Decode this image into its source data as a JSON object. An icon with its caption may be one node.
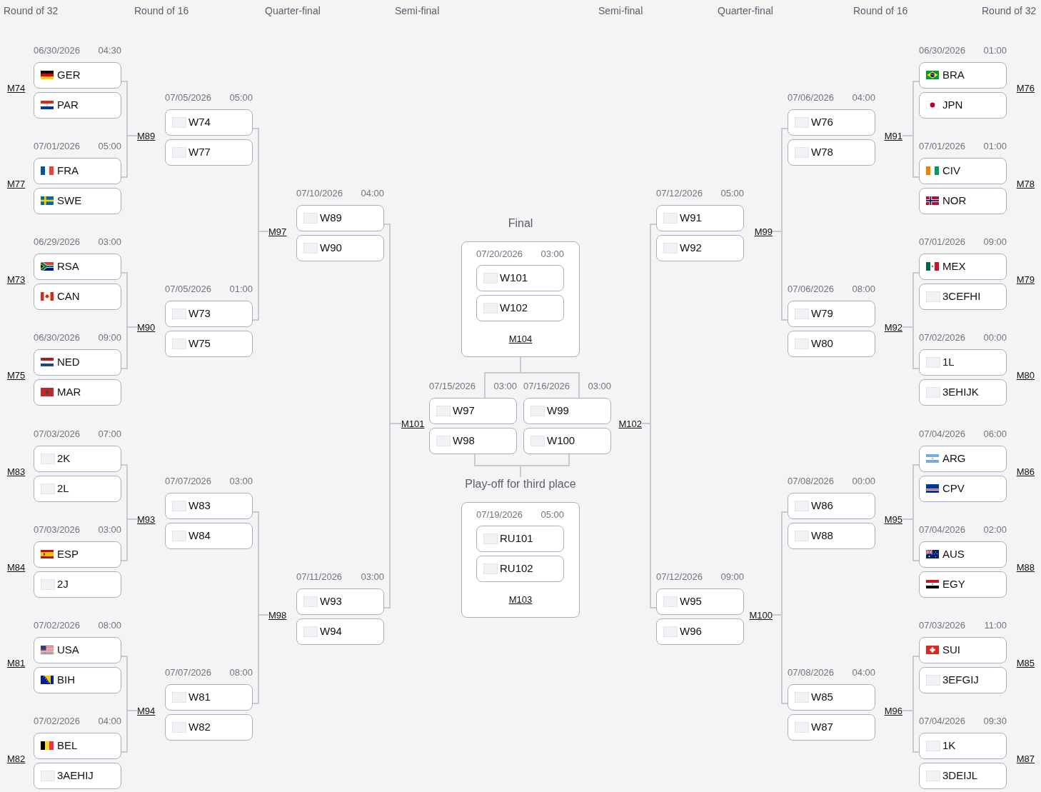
{
  "diagram": {
    "nodes": [
      {
        "text": [
          "GER"
        ]
      },
      {
        "text": [
          "PAR"
        ]
      },
      {
        "text": [
          "FRA"
        ]
      },
      {
        "text": [
          "SWE"
        ]
      },
      {
        "text": [
          "RSA"
        ]
      },
      {
        "text": [
          "CAN"
        ]
      },
      {
        "text": [
          "NED"
        ]
      },
      {
        "text": [
          "MAR"
        ]
      },
      {
        "text": [
          "2K"
        ]
      },
      {
        "text": [
          "2L"
        ]
      },
      {
        "text": [
          "ESP"
        ]
      },
      {
        "text": [
          "2J"
        ]
      },
      {
        "text": [
          "USA"
        ]
      },
      {
        "text": [
          "BIH"
        ]
      },
      {
        "text": [
          "BEL"
        ]
      },
      {
        "text": [
          "3AEHIJ"
        ]
      },
      {
        "text": [
          "M89"
        ]
      },
      {
        "text": [
          "W74"
        ]
      },
      {
        "text": [
          "W77"
        ]
      },
      {
        "text": [
          "M90"
        ]
      },
      {
        "text": [
          "W73"
        ]
      },
      {
        "text": [
          "W75"
        ]
      },
      {
        "text": [
          "M93"
        ]
      },
      {
        "text": [
          "W83"
        ]
      },
      {
        "text": [
          "W84"
        ]
      },
      {
        "text": [
          "M94"
        ]
      },
      {
        "text": [
          "W81"
        ]
      },
      {
        "text": [
          "W82"
        ]
      },
      {
        "text": [
          "M97"
        ]
      },
      {
        "text": [
          "W89"
        ]
      },
      {
        "text": [
          "W90"
        ]
      },
      {
        "text": [
          "M98"
        ]
      },
      {
        "text": [
          "W93"
        ]
      },
      {
        "text": [
          "W94"
        ]
      },
      {
        "text": [
          "Final",
          "07/20/2026",
          "03:00",
          "M104"
        ]
      },
      {
        "text": [
          "W101"
        ],
        "in": 34
      },
      {
        "text": [
          "W102"
        ],
        "in": 34
      },
      {
        "text": [
          "M101"
        ]
      },
      {
        "text": [
          "W97"
        ]
      },
      {
        "text": [
          "W98"
        ]
      },
      {
        "text": [
          "W99"
        ]
      },
      {
        "text": [
          "W100"
        ]
      },
      {
        "text": [
          "M102"
        ]
      },
      {
        "text": [
          "Play-off for third place",
          "07/19/2026",
          "05:00",
          "M103"
        ]
      },
      {
        "text": [
          "RU101"
        ],
        "in": 43
      },
      {
        "text": [
          "RU102"
        ],
        "in": 43
      },
      {
        "text": [
          "M99"
        ]
      },
      {
        "text": [
          "W91"
        ]
      },
      {
        "text": [
          "W92"
        ]
      },
      {
        "text": [
          "M100"
        ]
      },
      {
        "text": [
          "W95"
        ]
      },
      {
        "text": [
          "W96"
        ]
      },
      {
        "text": [
          "M91"
        ]
      },
      {
        "text": [
          "W76"
        ]
      },
      {
        "text": [
          "W78"
        ]
      },
      {
        "text": [
          "M92"
        ]
      },
      {
        "text": [
          "W79"
        ]
      },
      {
        "text": [
          "W80"
        ]
      },
      {
        "text": [
          "M95"
        ]
      },
      {
        "text": [
          "W86"
        ]
      },
      {
        "text": [
          "W88"
        ]
      },
      {
        "text": [
          "M96"
        ]
      },
      {
        "text": [
          "W85"
        ]
      },
      {
        "text": [
          "W87"
        ]
      },
      {
        "text": [
          "BRA"
        ]
      },
      {
        "text": [
          "JPN"
        ]
      },
      {
        "text": [
          "CIV"
        ]
      },
      {
        "text": [
          "NOR"
        ]
      },
      {
        "text": [
          "MEX"
        ]
      },
      {
        "text": [
          "3CEFHI"
        ]
      },
      {
        "text": [
          "1L"
        ]
      },
      {
        "text": [
          "3EHIJK"
        ]
      },
      {
        "text": [
          "ARG"
        ]
      },
      {
        "text": [
          "CPV"
        ]
      },
      {
        "text": [
          "AUS"
        ]
      },
      {
        "text": [
          "EGY"
        ]
      },
      {
        "text": [
          "SUI"
        ]
      },
      {
        "text": [
          "3EFGIJ"
        ]
      },
      {
        "text": [
          "1K"
        ]
      },
      {
        "text": [
          "3DEIJL"
        ]
      }
    ],
    "edges": [
      {
        "from": 0,
        "to": 16,
        "arrow": "none"
      },
      {
        "from": 2,
        "to": 16,
        "arrow": "none"
      },
      {
        "from": 4,
        "to": 19,
        "arrow": "none"
      },
      {
        "from": 6,
        "to": 19,
        "arrow": "none"
      },
      {
        "from": 8,
        "to": 22,
        "arrow": "none"
      },
      {
        "from": 10,
        "to": 22,
        "arrow": "none"
      },
      {
        "from": 12,
        "to": 25,
        "arrow": "none"
      },
      {
        "from": 14,
        "to": 25,
        "arrow": "none"
      },
      {
        "from": 17,
        "to": 28,
        "arrow": "none"
      },
      {
        "from": 20,
        "to": 28,
        "arrow": "none"
      },
      {
        "from": 23,
        "to": 31,
        "arrow": "none"
      },
      {
        "from": 26,
        "to": 31,
        "arrow": "none"
      },
      {
        "from": 29,
        "to": 37,
        "arrow": "none"
      },
      {
        "from": 32,
        "to": 37,
        "arrow": "none"
      },
      {
        "from": 38,
        "to": 34,
        "arrow": "none"
      },
      {
        "from": 40,
        "to": 34,
        "arrow": "none"
      },
      {
        "from": 39,
        "to": 43,
        "arrow": "none"
      },
      {
        "from": 41,
        "to": 43,
        "arrow": "none"
      },
      {
        "from": 47,
        "to": 42,
        "arrow": "none"
      },
      {
        "from": 50,
        "to": 42,
        "arrow": "none"
      },
      {
        "from": 53,
        "to": 46,
        "arrow": "none"
      },
      {
        "from": 56,
        "to": 46,
        "arrow": "none"
      },
      {
        "from": 59,
        "to": 49,
        "arrow": "none"
      },
      {
        "from": 62,
        "to": 49,
        "arrow": "none"
      },
      {
        "from": 64,
        "to": 52,
        "arrow": "none"
      },
      {
        "from": 66,
        "to": 52,
        "arrow": "none"
      },
      {
        "from": 68,
        "to": 55,
        "arrow": "none"
      },
      {
        "from": 70,
        "to": 55,
        "arrow": "none"
      },
      {
        "from": 72,
        "to": 58,
        "arrow": "none"
      },
      {
        "from": 74,
        "to": 58,
        "arrow": "none"
      },
      {
        "from": 76,
        "to": 61,
        "arrow": "none"
      },
      {
        "from": 78,
        "to": 61,
        "arrow": "none"
      }
    ],
    "labels": [
      "Round of 32",
      "Round of 16",
      "Quarter-final",
      "Semi-final",
      "Semi-final",
      "Quarter-final",
      "Round of 16",
      "Round of 32",
      "06/30/2026",
      "04:30",
      "M74",
      "07/01/2026",
      "05:00",
      "M77",
      "06/29/2026",
      "03:00",
      "M73",
      "06/30/2026",
      "09:00",
      "M75",
      "07/03/2026",
      "07:00",
      "M83",
      "07/03/2026",
      "03:00",
      "M84",
      "07/02/2026",
      "08:00",
      "M81",
      "07/02/2026",
      "04:00",
      "M82",
      "07/05/2026",
      "05:00",
      "07/05/2026",
      "01:00",
      "07/07/2026",
      "03:00",
      "07/07/2026",
      "08:00",
      "07/10/2026",
      "04:00",
      "07/11/2026",
      "03:00",
      "07/15/2026",
      "03:00",
      "07/16/2026",
      "03:00",
      "07/12/2026",
      "05:00",
      "07/12/2026",
      "09:00",
      "07/06/2026",
      "04:00",
      "07/06/2026",
      "08:00",
      "07/08/2026",
      "00:00",
      "07/08/2026",
      "04:00",
      "06/30/2026",
      "01:00",
      "M76",
      "07/01/2026",
      "01:00",
      "M78",
      "07/01/2026",
      "09:00",
      "M79",
      "07/02/2026",
      "00:00",
      "M80",
      "07/04/2026",
      "06:00",
      "M86",
      "07/04/2026",
      "02:00",
      "M88",
      "07/03/2026",
      "11:00",
      "M85",
      "07/04/2026",
      "09:30",
      "M87"
    ]
  }
}
